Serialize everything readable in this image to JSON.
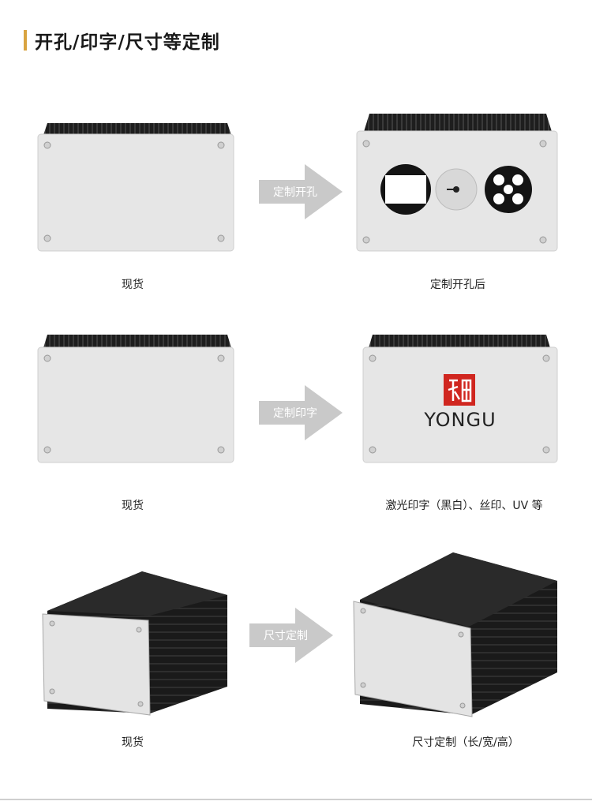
{
  "heading": {
    "title": "开孔/印字/尺寸等定制"
  },
  "rows": [
    {
      "arrow": "定制开孔",
      "left_caption": "现货",
      "right_caption": "定制开孔后"
    },
    {
      "arrow": "定制印字",
      "left_caption": "现货",
      "right_caption": "激光印字（黑白）、丝印、UV 等"
    },
    {
      "arrow": "尺寸定制",
      "left_caption": "现货",
      "right_caption": "尺寸定制（长/宽/高）"
    }
  ],
  "logo": {
    "brand": "YONGU"
  },
  "colors": {
    "accent": "#d9a441",
    "arrow": "#c9c9c9",
    "panel": "#e8e8e8",
    "fins": "#1e1e1e",
    "logo_red": "#d0261f"
  }
}
